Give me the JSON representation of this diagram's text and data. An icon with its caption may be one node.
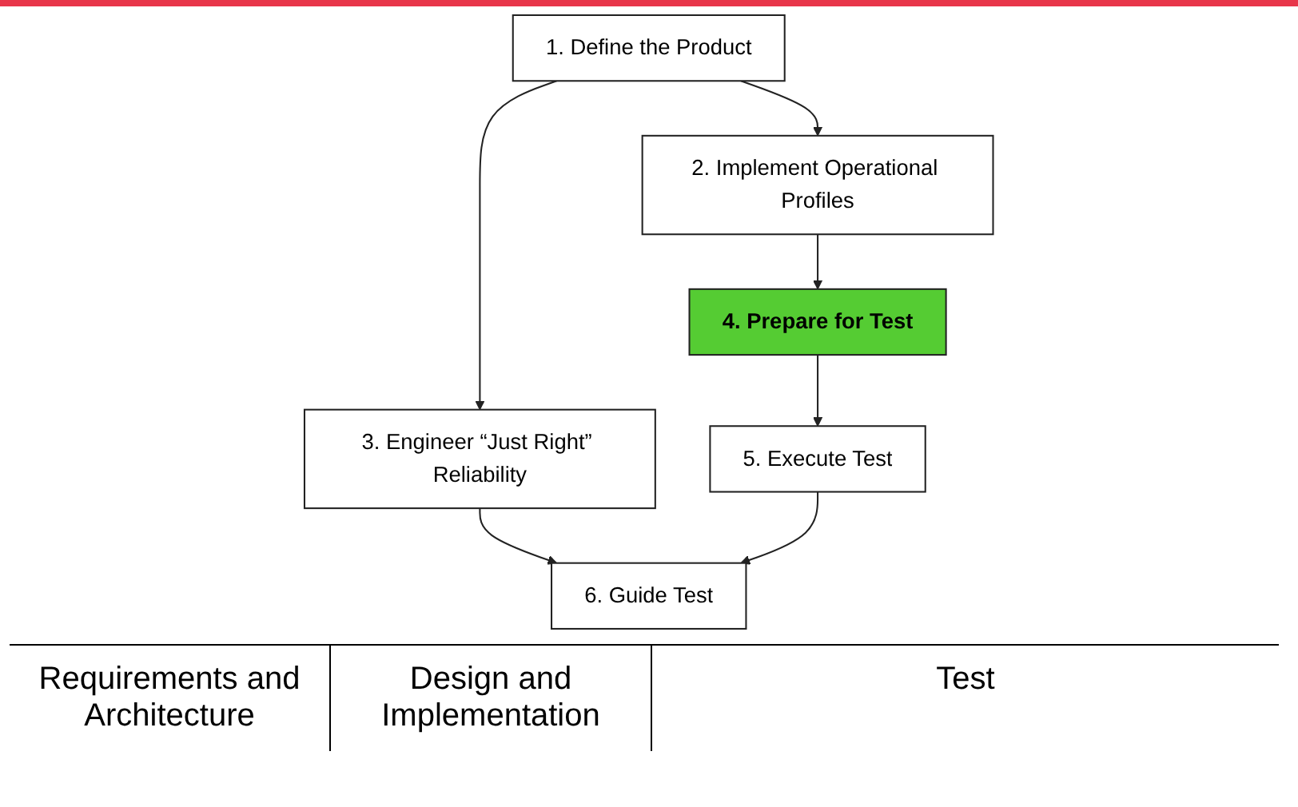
{
  "diagram": {
    "nodes": [
      {
        "text": [
          "1. Define the Product"
        ]
      },
      {
        "text": [
          "2. Implement Operational Profiles"
        ]
      },
      {
        "text": [
          "3. Engineer “Just Right” Reliability"
        ]
      },
      {
        "text": [
          "4. Prepare for Test"
        ]
      },
      {
        "text": [
          "5. Execute Test"
        ]
      },
      {
        "text": [
          "6. Guide Test"
        ]
      }
    ],
    "edges": [
      {
        "from": 0,
        "to": 1,
        "arrow": "to"
      },
      {
        "from": 0,
        "to": 2,
        "arrow": "to"
      },
      {
        "from": 1,
        "to": 3,
        "arrow": "to"
      },
      {
        "from": 2,
        "to": 5,
        "arrow": "to"
      },
      {
        "from": 3,
        "to": 4,
        "arrow": "to"
      },
      {
        "from": 4,
        "to": 5,
        "arrow": "to"
      }
    ],
    "labels": [
      "Requirements and Architecture",
      "Design and Implementation",
      "Test"
    ]
  }
}
